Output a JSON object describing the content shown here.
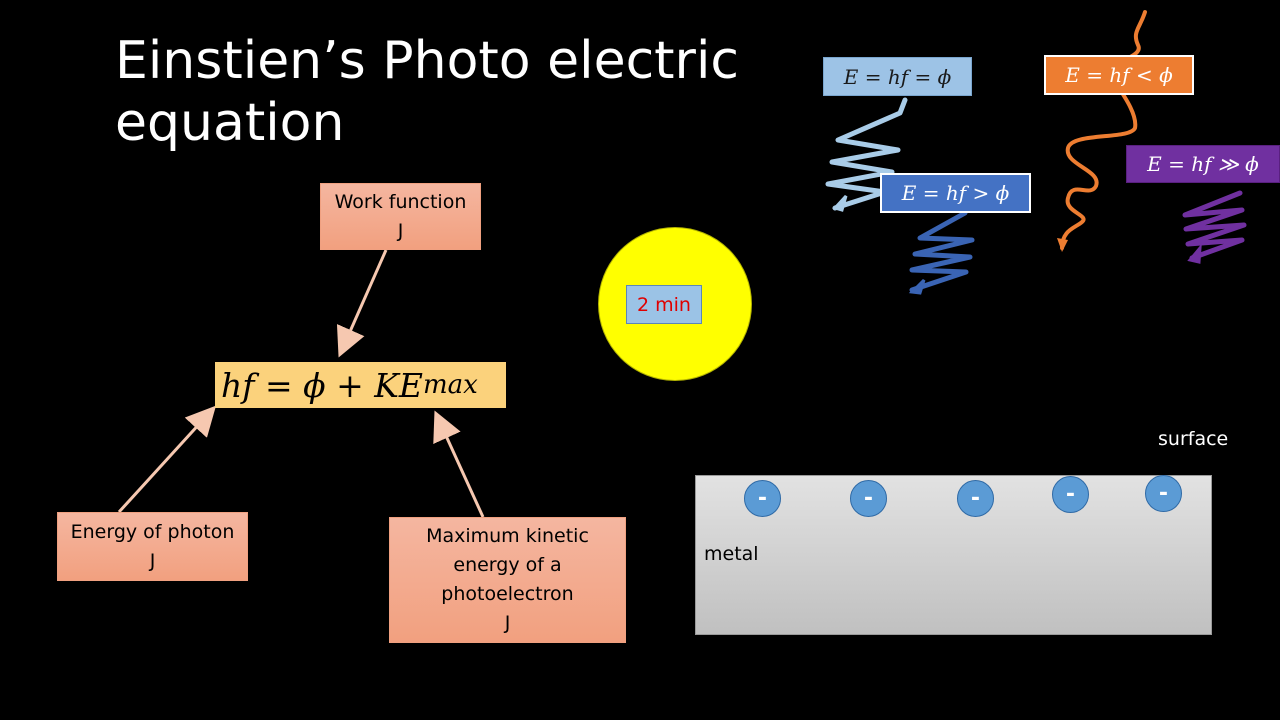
{
  "title": "Einstien’s Photo electric equation",
  "labels": {
    "work_function": {
      "line1": "Work function",
      "line2": "J"
    },
    "photon_energy": {
      "line1": "Energy of photon",
      "line2": "J"
    },
    "max_ke": {
      "line1": "Maximum kinetic",
      "line2": "energy of a",
      "line3": "photoelectron",
      "line4": "J"
    }
  },
  "equation": {
    "main": "hf =  ϕ + KE",
    "sub": "max"
  },
  "timer": "2 min",
  "photons": {
    "equal": "E = hf = ϕ",
    "greater": "E = hf > ϕ",
    "less": "E = hf < ϕ",
    "much_greater": "E = hf ≫ ϕ"
  },
  "metal": {
    "label": "metal",
    "surface_label": "surface",
    "electron_symbol": "-"
  },
  "colors": {
    "label_box": "#f4b183",
    "equation_box": "#ffd966",
    "timer": "#ffff00",
    "light_blue": "#9dc3e6",
    "blue": "#4472c4",
    "orange": "#ed7d31",
    "purple": "#7030a0",
    "electron": "#5b9bd5"
  }
}
